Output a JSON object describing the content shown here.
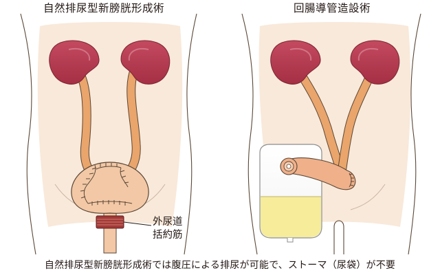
{
  "panels": {
    "left_title": "自然排尿型新膀胱形成術",
    "right_title": "回腸導管造設術"
  },
  "callout": {
    "line1": "外尿道",
    "line2": "括約筋"
  },
  "caption": "自然排尿型新膀胱形成術では腹圧による排尿が可能で、ストーマ（尿袋）が不要",
  "colors": {
    "skin": "#f9e8d8",
    "outline": "#5a4636",
    "kidney": "#b7374d",
    "kidney_light": "#d98a98",
    "ureter": "#e9a56b",
    "neobladder": "#f2c8a6",
    "sphincter": "#a23a38",
    "urine": "#f6ec9a",
    "bag_outline": "#8c8c8c",
    "stoma": "#efb08a"
  },
  "icons": {
    "left_panel": "neobladder-anatomy-illustration",
    "right_panel": "ileal-conduit-anatomy-illustration"
  }
}
